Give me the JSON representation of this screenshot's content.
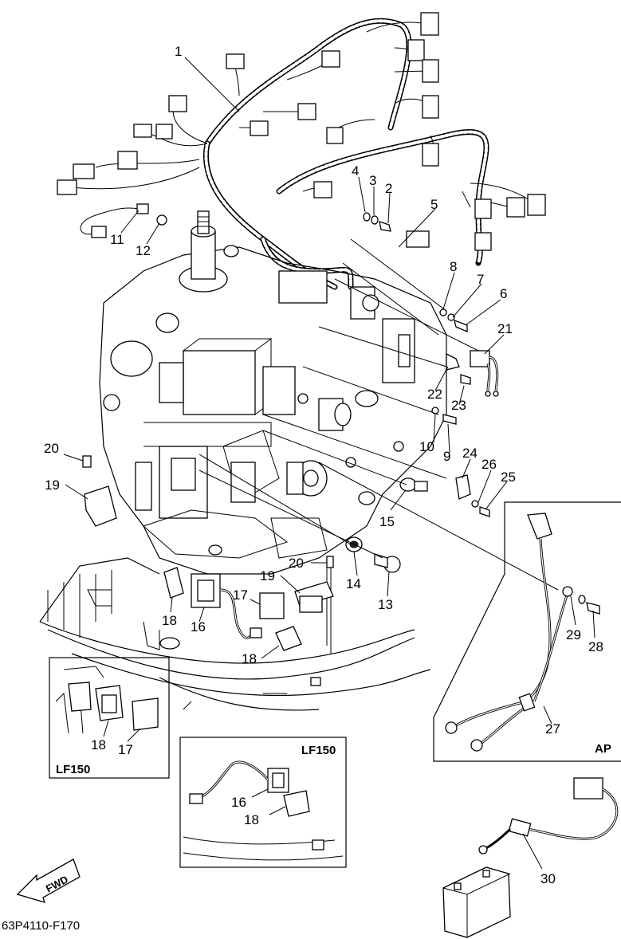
{
  "diagram": {
    "part_code": "63P4110-F170",
    "fwd_label": "FWD",
    "callouts": [
      {
        "id": "c1",
        "text": "1"
      },
      {
        "id": "c2",
        "text": "2"
      },
      {
        "id": "c3",
        "text": "3"
      },
      {
        "id": "c4",
        "text": "4"
      },
      {
        "id": "c5",
        "text": "5"
      },
      {
        "id": "c6",
        "text": "6"
      },
      {
        "id": "c7",
        "text": "7"
      },
      {
        "id": "c8",
        "text": "8"
      },
      {
        "id": "c9",
        "text": "9"
      },
      {
        "id": "c10",
        "text": "10"
      },
      {
        "id": "c11",
        "text": "11"
      },
      {
        "id": "c12",
        "text": "12"
      },
      {
        "id": "c13",
        "text": "13"
      },
      {
        "id": "c14",
        "text": "14"
      },
      {
        "id": "c15",
        "text": "15"
      },
      {
        "id": "c16",
        "text": "16"
      },
      {
        "id": "c17",
        "text": "17"
      },
      {
        "id": "c18",
        "text": "18"
      },
      {
        "id": "c18b",
        "text": "18"
      },
      {
        "id": "c19",
        "text": "19"
      },
      {
        "id": "c19b",
        "text": "19"
      },
      {
        "id": "c20",
        "text": "20"
      },
      {
        "id": "c20b",
        "text": "20"
      },
      {
        "id": "c21",
        "text": "21"
      },
      {
        "id": "c22",
        "text": "22"
      },
      {
        "id": "c23",
        "text": "23"
      },
      {
        "id": "c24",
        "text": "24"
      },
      {
        "id": "c25",
        "text": "25"
      },
      {
        "id": "c26",
        "text": "26"
      },
      {
        "id": "c27",
        "text": "27"
      },
      {
        "id": "c28",
        "text": "28"
      },
      {
        "id": "c29",
        "text": "29"
      },
      {
        "id": "c30",
        "text": "30"
      }
    ],
    "insets": {
      "lf150_left": {
        "label": "LF150",
        "callouts": [
          "18",
          "17"
        ]
      },
      "lf150_center": {
        "label": "LF150",
        "callouts": [
          "16",
          "18"
        ]
      },
      "ap": {
        "label": "AP"
      }
    }
  }
}
